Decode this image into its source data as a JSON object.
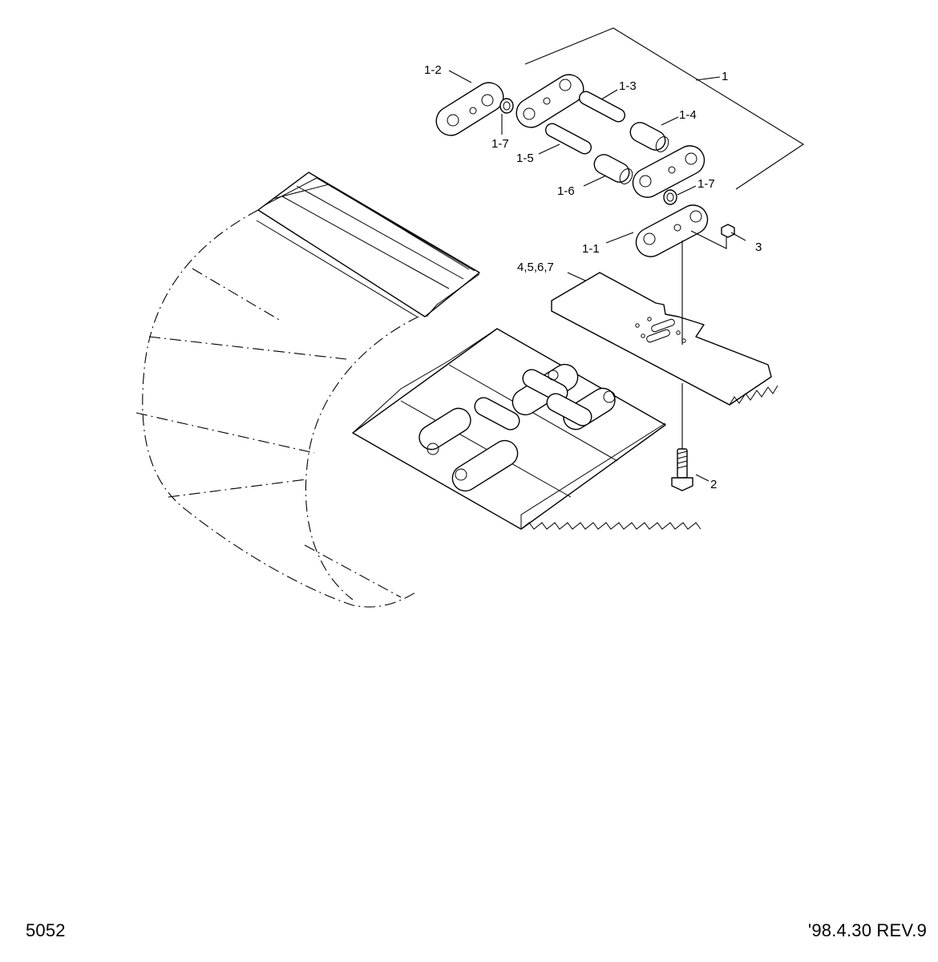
{
  "footer": {
    "page_number": "5052",
    "revision": "'98.4.30 REV.9"
  },
  "callouts": {
    "c1": "1",
    "c1_1": "1-1",
    "c1_2": "1-2",
    "c1_3": "1-3",
    "c1_4": "1-4",
    "c1_5": "1-5",
    "c1_6": "1-6",
    "c1_7a": "1-7",
    "c1_7b": "1-7",
    "c2": "2",
    "c3": "3",
    "c4567": "4,5,6,7"
  },
  "colors": {
    "line": "#000000",
    "background": "#ffffff"
  }
}
